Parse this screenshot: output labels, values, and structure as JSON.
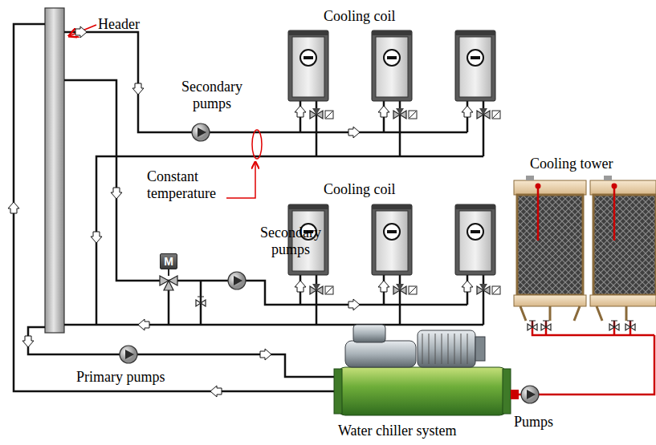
{
  "diagram": {
    "nodes": [
      {
        "text": [
          "M"
        ]
      }
    ],
    "labels": [
      "Header",
      "Cooling coil",
      "Secondary pumps",
      "Constant temperature",
      "Cooling tower",
      "Cooling coil",
      "Secondary pumps",
      "Primary pumps",
      "Pumps",
      "Water chiller system"
    ]
  }
}
